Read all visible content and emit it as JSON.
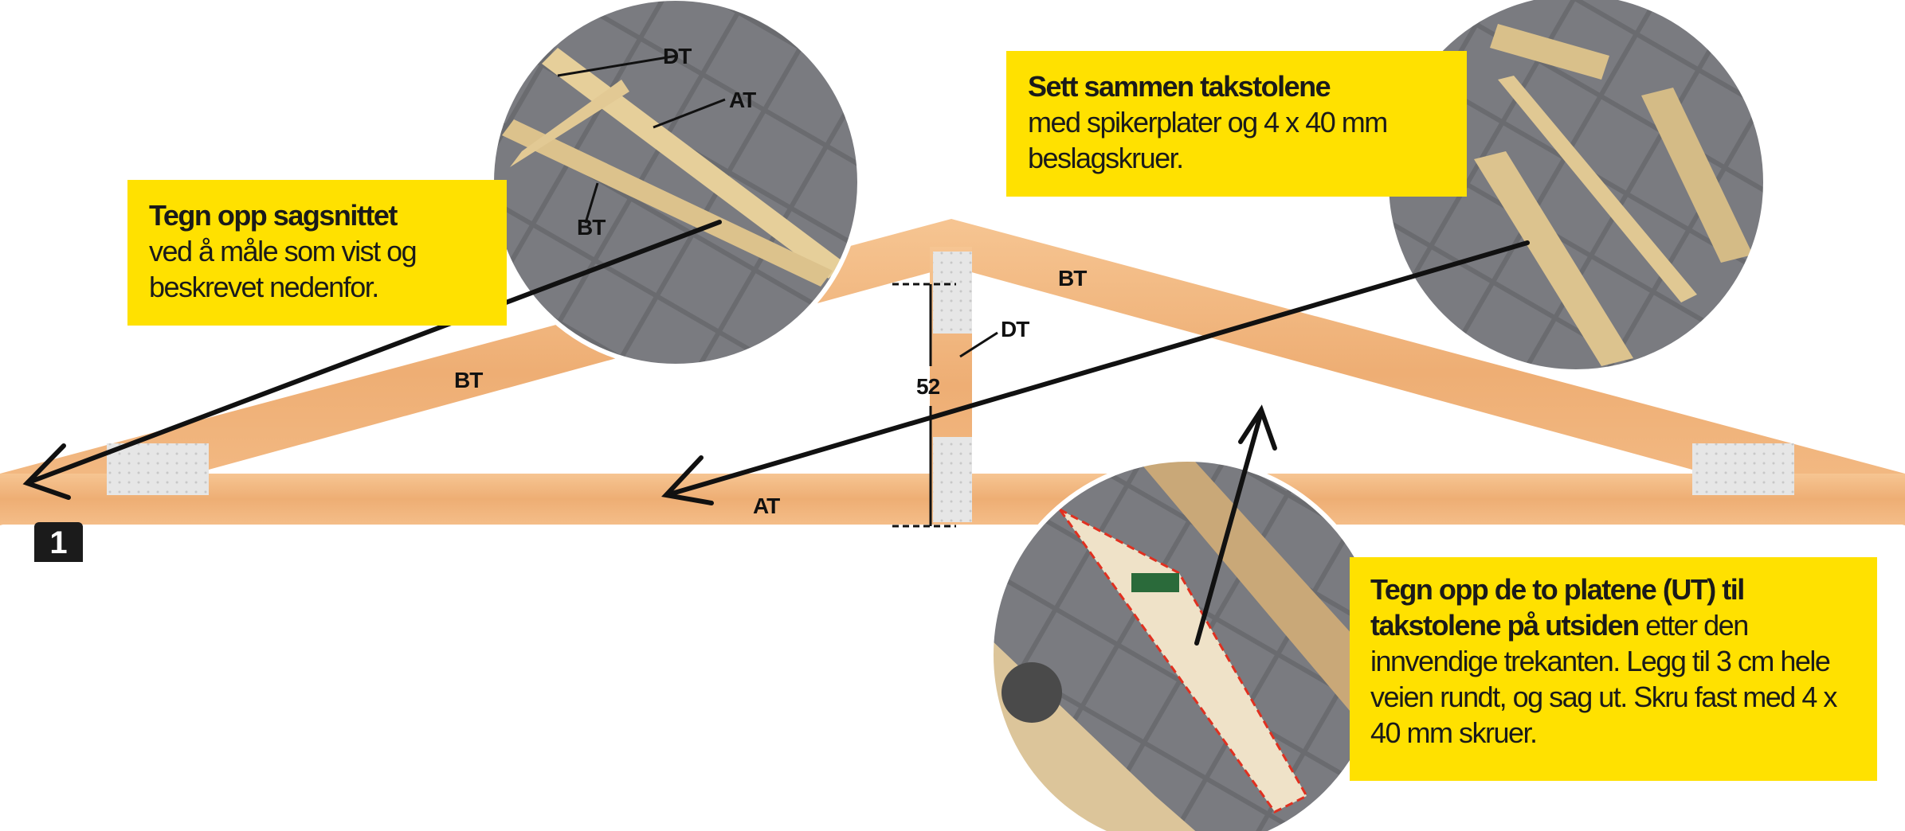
{
  "callouts": {
    "sagsnitt": {
      "title": "Tegn opp sagsnittet",
      "body": "ved å måle som vist og beskrevet nedenfor."
    },
    "sett_sammen": {
      "title": "Sett sammen takstolene",
      "body": "med spikerplater og 4 x 40 mm beslagskruer."
    },
    "platene": {
      "title": "Tegn opp de to platene (UT) til takstolene på utsiden",
      "body": "etter den innvendige trekanten. Legg til 3 cm hele veien rundt, og sag ut. Skru fast med 4 x 40 mm skruer."
    }
  },
  "labels": {
    "bt_left": "BT",
    "bt_right": "BT",
    "at": "AT",
    "dt": "DT",
    "height": "52"
  },
  "photo_labels": {
    "dt": "DT",
    "at": "AT",
    "bt": "BT"
  },
  "step_number": "1",
  "colors": {
    "highlight": "#ffe100",
    "wood": "#f2b57e"
  }
}
